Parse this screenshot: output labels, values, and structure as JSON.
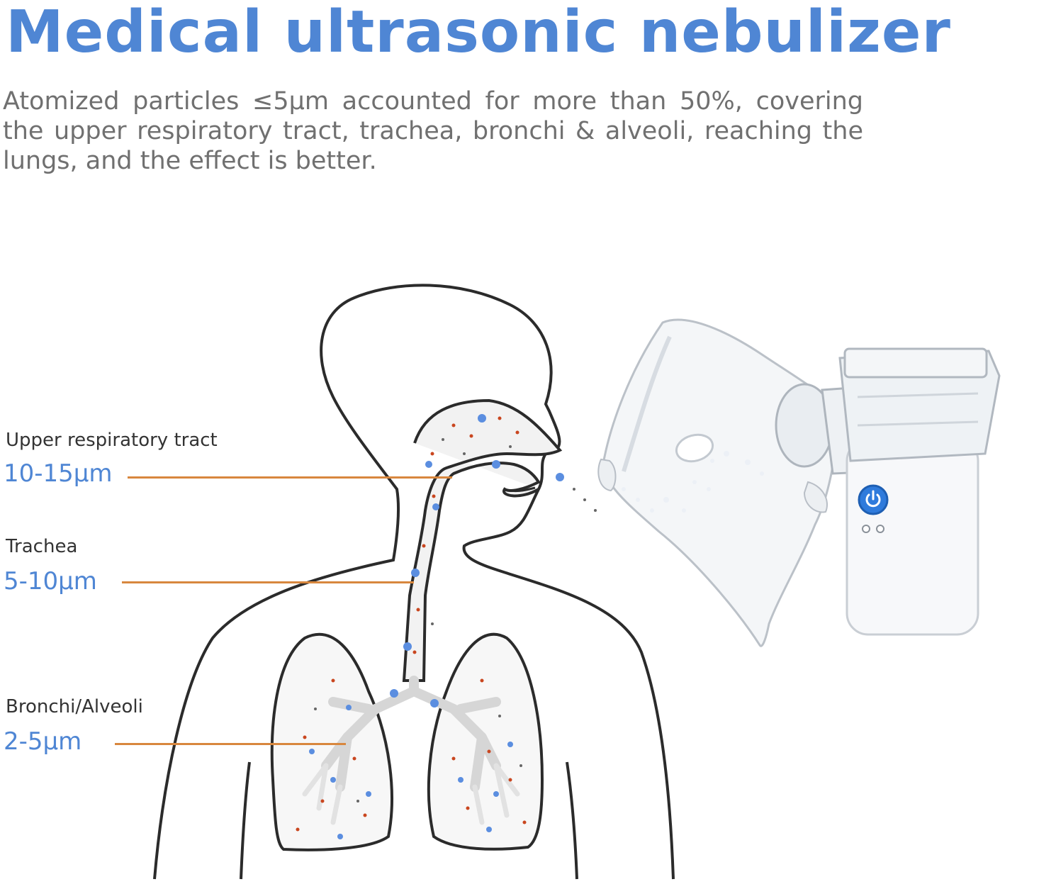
{
  "header": {
    "title": "Medical ultrasonic nebulizer",
    "description": "Atomized particles ≤5μm accounted for more than 50%, covering the upper respiratory tract, trachea, bronchi & alveoli, reaching the lungs, and the effect is better."
  },
  "regions": [
    {
      "name": "Upper respiratory tract",
      "size": "10-15μm"
    },
    {
      "name": "Trachea",
      "size": "5-10μm"
    },
    {
      "name": "Bronchi/Alveoli",
      "size": "2-5μm"
    }
  ],
  "colors": {
    "accent_blue": "#4f86d4",
    "leader_orange": "#d8873e",
    "body_text_gray": "#707070",
    "particle_red": "#c9461f",
    "particle_blue": "#5b8ee0"
  },
  "icons": {
    "power_button": "power-icon"
  }
}
